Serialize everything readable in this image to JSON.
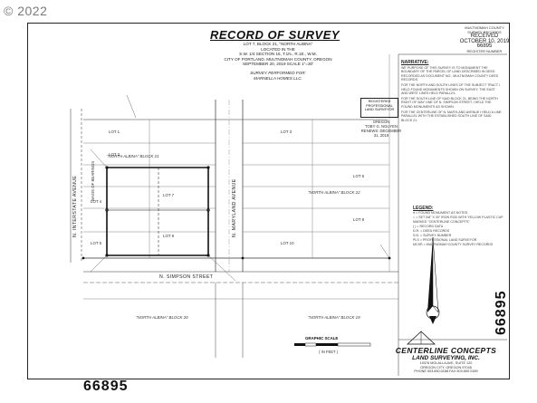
{
  "watermark": {
    "copyright": "© 2022",
    "number_bottom": "66895",
    "number_side": "66895"
  },
  "survey": {
    "title": "RECORD OF SURVEY",
    "subtitle_lines": [
      "LOT 7, BLOCK 21, \"NORTH ALBINA\"",
      "LOCATED IN THE",
      "S.W. 1/4 SECTION 15, T.1N., R.1E., W.M.",
      "CITY OF PORTLAND, MULTNOMAH COUNTY, OREGON",
      "SEPTEMBER 20, 2019     SCALE 1\"=30'"
    ],
    "performed_for_lines": [
      "SURVEY PERFORMED FOR:",
      "MARNELLA HOMES LLC."
    ]
  },
  "recorder": {
    "county": "MULTNOMAH COUNTY",
    "office": "SURVEY RECORDS",
    "received": "RECEIVED OCTOBER 10, 2019",
    "number": "66895",
    "number_label": "REGISTER NUMBER"
  },
  "stamp": {
    "lines": [
      "REGISTERED",
      "PROFESSIONAL",
      "LAND SURVEYOR",
      "OREGON",
      "TOBY G. NGUYEN",
      "RENEWS: DECEMBER 31, 2019"
    ]
  },
  "narrative": {
    "heading": "NARRATIVE:",
    "paragraphs": [
      "WE PURPOSE OF THIS SURVEY IS TO MONUMENT THE BOUNDARY OF THE PARCEL OF LAND DESCRIBED IN DEED RECORDED AS DOCUMENT NO., MULTNOMAH COUNTY DEED RECORDS.",
      "FOR THE NORTH AND SOUTH LINES OF THE SUBJECT TRACT I HELD FOUND MONUMENTS SHOWN ON SURVEY. THE EAST AND WEST LINES HELD PARALLEL.",
      "FOR THE SOUTH LINE OF SAID BLOCK 21, BEING THE NORTH RIGHT OF WAY LINE OF N. SIMPSON STREET, I HELD THE FOUND MONUMENTS AS SHOWN.",
      "FOR THE CENTERLINE OF N. MARYLAND AVENUE I HELD A LINE PARALLEL WITH THE ESTABLISHED SOUTH LINE OF SAID BLOCK 21."
    ]
  },
  "legend": {
    "heading": "LEGEND:",
    "items": [
      "● = FOUND MONUMENT AS NOTED",
      "○ = SET 5/8\" X 30\" IRON ROD WITH YELLOW PLASTIC CAP MARKED \"CENTERLINE CONCEPTS\"",
      "( ) = RECORD DATA",
      "D.R. = DEED RECORDS",
      "S.N. = SURVEY NUMBER",
      "PLS = PROFESSIONAL LAND SURVEYOR",
      "MCSR = MULTNOMAH COUNTY SURVEY RECORDS"
    ]
  },
  "map": {
    "lots": [
      "LOT 1",
      "LOT 2",
      "LOT 3",
      "LOT 4",
      "LOT 5",
      "LOT 6",
      "LOT 7",
      "LOT 8",
      "LOT 9",
      "LOT 10"
    ],
    "streets": {
      "interstate": "N. INTERSTATE AVENUE",
      "maryland": "N. MARYLAND AVENUE",
      "simpson": "N. SIMPSON STREET"
    },
    "blocks": {
      "block_21": "\"NORTH ALBINA\" BLOCK 21",
      "block_22": "\"NORTH ALBINA\" BLOCK 22",
      "block_20": "\"NORTH ALBINA\" BLOCK 20",
      "block_19": "\"NORTH ALBINA\" BLOCK 19"
    },
    "basis": "BASIS OF BEARINGS"
  },
  "graphic_scale": {
    "label": "GRAPHIC SCALE",
    "units": "( IN FEET )"
  },
  "company": {
    "name": "CENTERLINE CONCEPTS",
    "subtitle": "LAND SURVEYING, INC.",
    "address_lines": [
      "19376 MOLALLA AVE, SUITE 120",
      "OREGON CITY, OREGON 97045",
      "PHONE 503.650.0188     FAX 503.650.0189"
    ]
  },
  "colors": {
    "ink": "#111111",
    "gray_watermark": "#7a7a7a"
  }
}
